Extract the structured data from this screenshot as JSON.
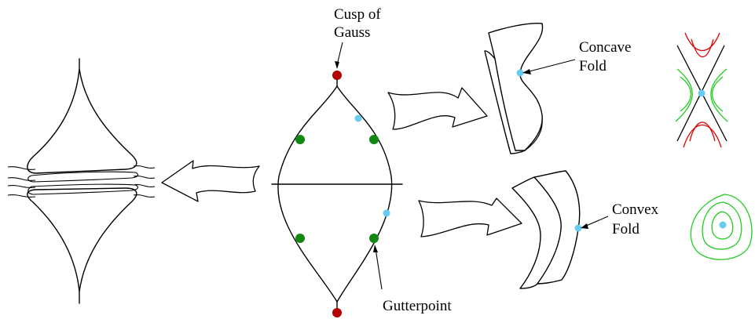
{
  "labels": {
    "cusp_line1": "Cusp of",
    "cusp_line2": "Gauss",
    "concave_line1": "Concave",
    "concave_line2": "Fold",
    "convex_line1": "Convex",
    "convex_line2": "Fold",
    "gutterpoint": "Gutterpoint"
  },
  "colors": {
    "line": "#000000",
    "cusp_point": "#b30000",
    "parabolic_point": "#118811",
    "fold_point": "#66ccee",
    "contour_red": "#dd0000",
    "contour_green": "#22cc22"
  }
}
